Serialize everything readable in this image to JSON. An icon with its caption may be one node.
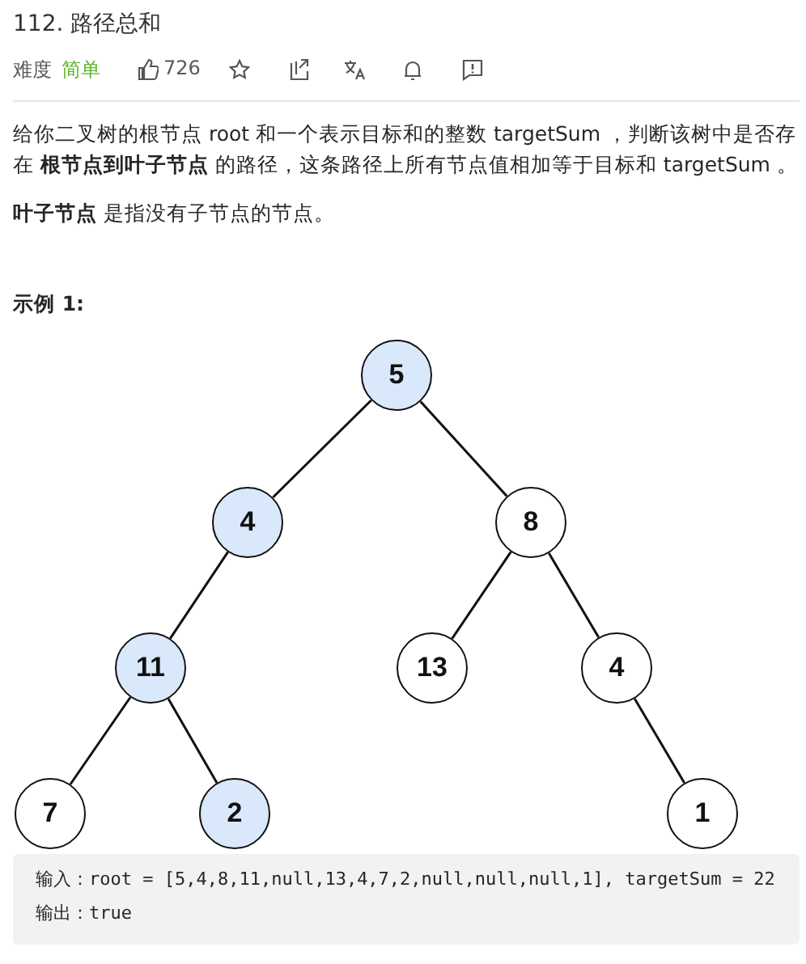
{
  "diagram": {
    "title": "112. 路径总和",
    "nodes": [
      {
        "text": [
          "5"
        ]
      },
      {
        "text": [
          "4"
        ]
      },
      {
        "text": [
          "8"
        ]
      },
      {
        "text": [
          "11"
        ]
      },
      {
        "text": [
          "13"
        ]
      },
      {
        "text": [
          "4"
        ]
      },
      {
        "text": [
          "7"
        ]
      },
      {
        "text": [
          "2"
        ]
      },
      {
        "text": [
          "1"
        ]
      }
    ],
    "edges": [
      {
        "from": 0,
        "to": 1,
        "arrow": "none"
      },
      {
        "from": 0,
        "to": 2,
        "arrow": "none"
      },
      {
        "from": 1,
        "to": 3,
        "arrow": "none"
      },
      {
        "from": 2,
        "to": 4,
        "arrow": "none"
      },
      {
        "from": 2,
        "to": 5,
        "arrow": "none"
      },
      {
        "from": 3,
        "to": 6,
        "arrow": "none"
      },
      {
        "from": 3,
        "to": 7,
        "arrow": "none"
      },
      {
        "from": 5,
        "to": 8,
        "arrow": "none"
      }
    ],
    "labels": [
      "难度",
      "简单",
      "726",
      "给你二叉树的根节点 root 和一个表示目标和的整数 targetSum ，判断该树中是否存在 **根节点到叶子节点** 的路径，这条路径上所有节点值相加等于目标和 targetSum 。",
      "**叶子节点** 是指没有子节点的节点。",
      "示例 1:",
      "输入：root = [5,4,8,11,null,13,4,7,2,null,null,null,1], targetSum = 22",
      "输出：true"
    ]
  }
}
